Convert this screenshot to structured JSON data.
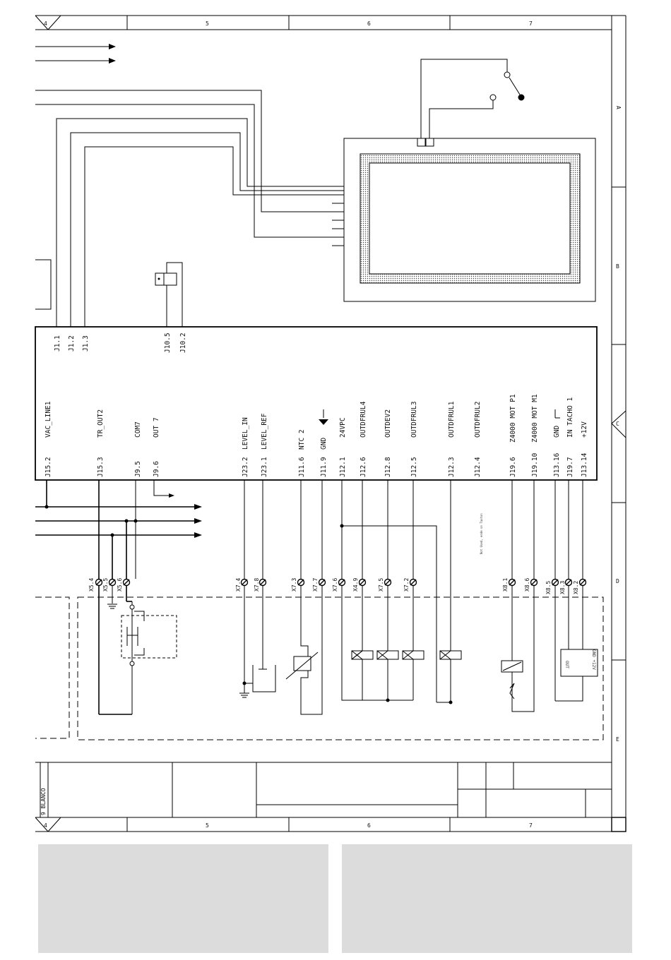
{
  "frame": {
    "columns": [
      "4",
      "5",
      "6",
      "7"
    ],
    "rows": [
      "A",
      "B",
      "C",
      "D",
      "E"
    ]
  },
  "title_block": {
    "col1_text": "9 BLANCO",
    "col2_text": ""
  },
  "connectors_top": [
    {
      "id": "j1_1",
      "label": "J1.1"
    },
    {
      "id": "j1_2",
      "label": "J1.2"
    },
    {
      "id": "j1_3",
      "label": "J1.3"
    },
    {
      "id": "j10_5",
      "label": "J10.5"
    },
    {
      "id": "j10_2",
      "label": "J10.2"
    }
  ],
  "pins": [
    {
      "id": "j15_2",
      "pin": "J15.2",
      "signal": "VAC_LINE1"
    },
    {
      "id": "j15_3",
      "pin": "J15.3",
      "signal": "TR_OUT2"
    },
    {
      "id": "j9_5",
      "pin": "J9.5",
      "signal": "COM7"
    },
    {
      "id": "j9_6",
      "pin": "J9.6",
      "signal": "OUT 7"
    },
    {
      "id": "j23_2",
      "pin": "J23.2",
      "signal": "LEVEL_IN"
    },
    {
      "id": "j23_1",
      "pin": "J23.1",
      "signal": "LEVEL_REF"
    },
    {
      "id": "j11_6",
      "pin": "J11.6",
      "signal": "NTC 2"
    },
    {
      "id": "j11_9",
      "pin": "J11.9",
      "signal": "GND"
    },
    {
      "id": "j12_1",
      "pin": "J12.1",
      "signal": "24VPC"
    },
    {
      "id": "j12_6",
      "pin": "J12.6",
      "signal": "OUTDFRUL4"
    },
    {
      "id": "j12_8",
      "pin": "J12.8",
      "signal": "OUTDEV2"
    },
    {
      "id": "j12_5",
      "pin": "J12.5",
      "signal": "OUTDFRUL3"
    },
    {
      "id": "j12_3",
      "pin": "J12.3",
      "signal": "OUTDFRUL1"
    },
    {
      "id": "j12_4",
      "pin": "J12.4",
      "signal": "OUTDFRUL2"
    },
    {
      "id": "j19_6",
      "pin": "J19.6",
      "signal": "Z4000 MOT P1"
    },
    {
      "id": "j19_10",
      "pin": "J19.10",
      "signal": "Z4000 MOT M1"
    },
    {
      "id": "j13_16",
      "pin": "J13.16",
      "signal": "GND"
    },
    {
      "id": "j19_7",
      "pin": "J19.7",
      "signal": "IN TACHO 1"
    },
    {
      "id": "j13_14",
      "pin": "J13.14",
      "signal": "+12V"
    }
  ],
  "terminals": [
    {
      "id": "x5_4",
      "label": "X5.4"
    },
    {
      "id": "x5_5",
      "label": "X5.5"
    },
    {
      "id": "x5_6",
      "label": "X5.6"
    },
    {
      "id": "x7_4",
      "label": "X7.4"
    },
    {
      "id": "x7_8",
      "label": "X7.8"
    },
    {
      "id": "x7_3",
      "label": "X7.3"
    },
    {
      "id": "x7_7",
      "label": "X7.7"
    },
    {
      "id": "x7_6",
      "label": "X7.6"
    },
    {
      "id": "x4_9",
      "label": "X4.9"
    },
    {
      "id": "x7_5",
      "label": "X7.5"
    },
    {
      "id": "x7_2",
      "label": "X7.2"
    },
    {
      "id": "x8_1",
      "label": "X8.1"
    },
    {
      "id": "x8_6",
      "label": "X8.6"
    },
    {
      "id": "x8_5",
      "label": "X8.5"
    },
    {
      "id": "x8_3",
      "label": "X8.3"
    },
    {
      "id": "x8_2",
      "label": "X8.2"
    }
  ],
  "notes": {
    "j12_4_note": "Not Used, ende on Taxton",
    "sensor_out": "OUT",
    "sensor_power": "GND +12V"
  }
}
